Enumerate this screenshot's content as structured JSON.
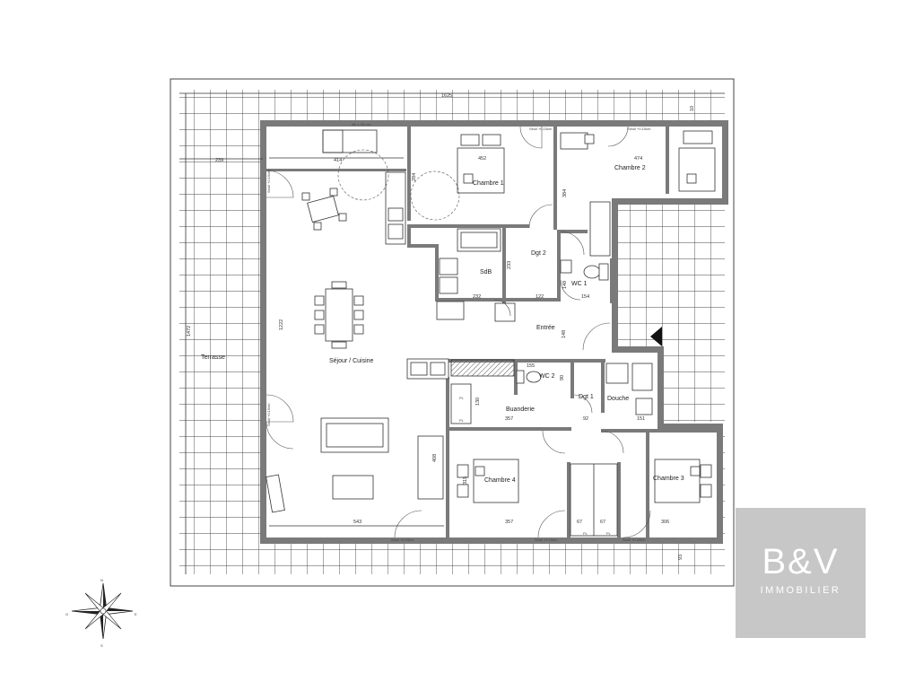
{
  "rooms": {
    "chambre1": "Chambre 1",
    "chambre2": "Chambre 2",
    "chambre3": "Chambre 3",
    "chambre4": "Chambre 4",
    "sejour": "Séjour / Cuisine",
    "terrasse": "Terrasse",
    "sdb": "SdB",
    "dgt2": "Dgt 2",
    "dgt1": "Dgt 1",
    "wc1": "WC 1",
    "wc2": "WC 2",
    "entree": "Entrée",
    "buanderie": "Buanderie",
    "douche": "Douche"
  },
  "dimensions": {
    "top_width": "1625",
    "terrace_width": "239",
    "left_height": "1472",
    "sejour_width": "414",
    "chambre1_width": "452",
    "chambre2_width": "474",
    "sejour_height": "1222",
    "chambre1_depth": "284",
    "chambre2_depth": "384",
    "sdb_width": "232",
    "sdb_height": "233",
    "dgt2_width": "122",
    "wc1_width": "154",
    "wc1_height": "148",
    "entree_height": "148",
    "wc2_width": "155",
    "wc2_height": "90",
    "buanderie_width": "357",
    "buanderie_height": "130",
    "dgt1_width": "92",
    "douche_width": "151",
    "sejour_bottom": "543",
    "chambre4_width": "357",
    "chambre4_height": "315",
    "sofa_depth": "408",
    "closet_a": "67",
    "closet_b": "67",
    "chambre3_width": "306",
    "bottom_margin": "93",
    "right_margin": "10"
  },
  "ceiling_notes": {
    "n1": "All: 1.35 cm",
    "n2": "Seuil +0.15cm",
    "n3": "Seuil +0.15cm",
    "n4": "Seuil +0.15cm",
    "n5": "Seuil +0.15cm",
    "n6": "Seuil +0.15cm",
    "n7": "Seuil +0.15cm",
    "n8": "Seuil +0.15cm"
  },
  "closet_marks": {
    "p1": "PL",
    "p2": "PL",
    "p3": "PL",
    "p4": "PL"
  },
  "compass": {
    "n": "N",
    "e": "E",
    "s": "S",
    "o": "O"
  },
  "logo": {
    "brand": "B&V",
    "subtitle": "IMMOBILIER",
    "bg_color": "#c7c7c7",
    "fg_color": "#ffffff"
  },
  "colors": {
    "wall": "#7a7a7a",
    "line": "#333333"
  }
}
